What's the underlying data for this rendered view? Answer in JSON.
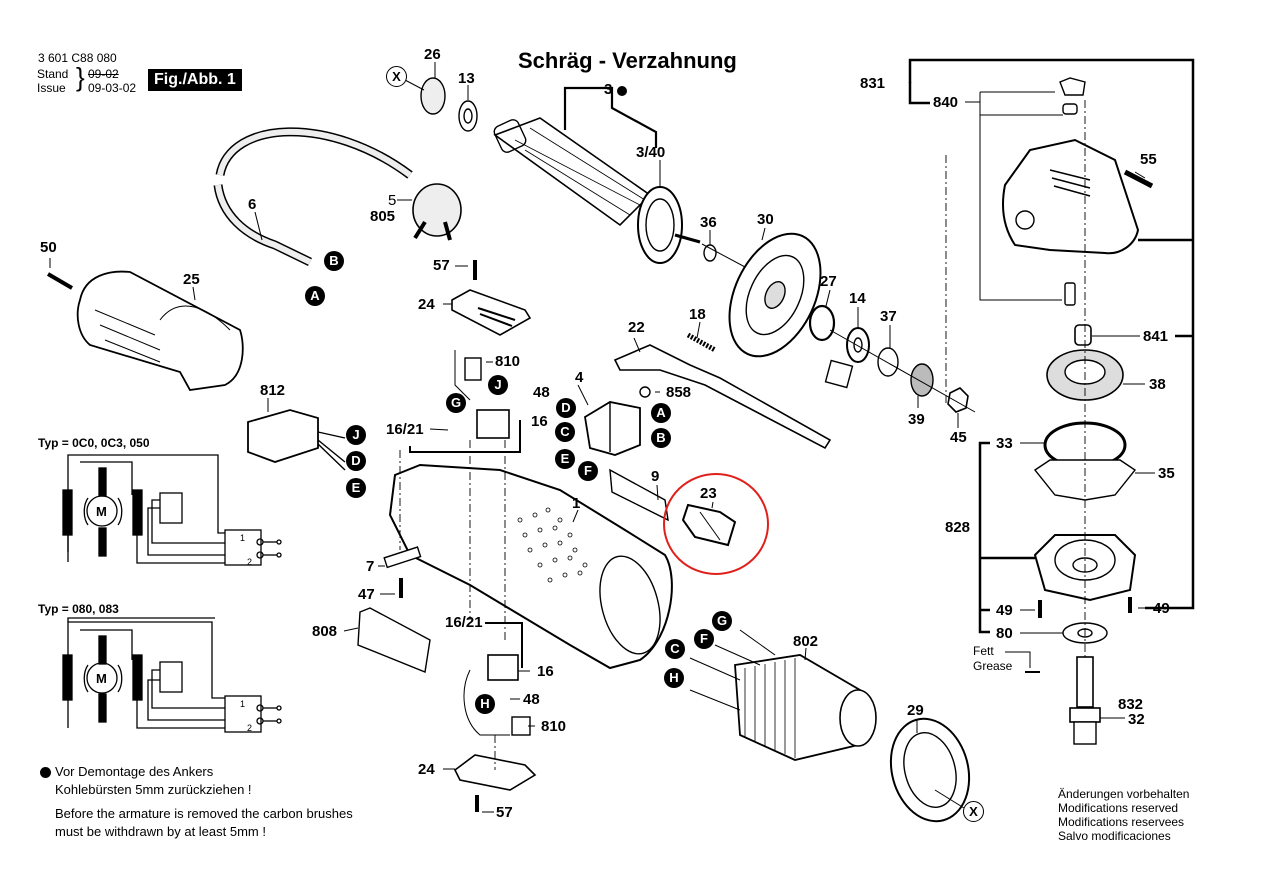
{
  "header": {
    "part_number": "3 601 C88 080",
    "stand_label": "Stand",
    "issue_label": "Issue",
    "old_date": "09-02",
    "new_date": "09-03-02",
    "figure_badge": "Fig./Abb. 1",
    "title": "Schräg - Verzahnung"
  },
  "parts": {
    "p26": "26",
    "p13": "13",
    "p3": "3",
    "p3_40": "3/40",
    "p5": "5",
    "p805": "805",
    "p6": "6",
    "p50": "50",
    "p25": "25",
    "p57a": "57",
    "p24a": "24",
    "p810a": "810",
    "p48a": "48",
    "p16_21a": "16/21",
    "p16a": "16",
    "p812": "812",
    "p4": "4",
    "p22": "22",
    "p18": "18",
    "p858": "858",
    "p36": "36",
    "p30": "30",
    "p27": "27",
    "p14": "14",
    "p37": "37",
    "p39": "39",
    "p45": "45",
    "p9": "9",
    "p23": "23",
    "p1": "1",
    "p7": "7",
    "p47": "47",
    "p808": "808",
    "p16_21b": "16/21",
    "p16b": "16",
    "p48b": "48",
    "p810b": "810",
    "p24b": "24",
    "p57b": "57",
    "p802": "802",
    "p29": "29",
    "p831": "831",
    "p840": "840",
    "p55": "55",
    "p841": "841",
    "p38": "38",
    "p33": "33",
    "p35": "35",
    "p828": "828",
    "p49a": "49",
    "p49b": "49",
    "p80": "80",
    "p832": "832",
    "p32": "32"
  },
  "connectors": {
    "A": "A",
    "B": "B",
    "C": "C",
    "D": "D",
    "E": "E",
    "F": "F",
    "G": "G",
    "H": "H",
    "J": "J",
    "X": "X"
  },
  "wiring": [
    {
      "type_label": "Typ = 0C0, 0C3, 050",
      "motor": "M",
      "switch_pos_1": "1",
      "switch_pos_2": "2"
    },
    {
      "type_label": "Typ = 080, 083",
      "motor": "M",
      "switch_pos_1": "1",
      "switch_pos_2": "2"
    }
  ],
  "grease": {
    "de": "Fett",
    "en": "Grease"
  },
  "notes": {
    "de_line1": "Vor Demontage des Ankers",
    "de_line2": "Kohlebürsten 5mm zurückziehen !",
    "en_line1": "Before the armature is removed the carbon brushes",
    "en_line2": "must be withdrawn by at least 5mm !"
  },
  "disclaimer": [
    "Änderungen vorbehalten",
    "Modifications reserved",
    "Modifications reservees",
    "Salvo modificaciones"
  ],
  "highlight": {
    "part": "23",
    "color": "#e0201c"
  }
}
